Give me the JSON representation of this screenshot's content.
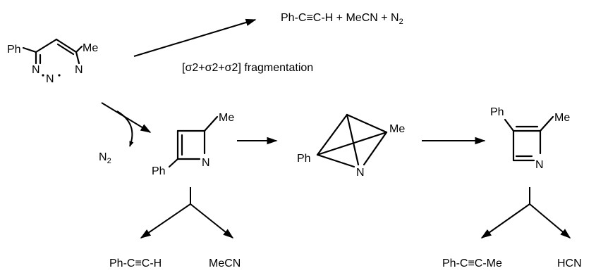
{
  "scheme": {
    "triazine": {
      "substituent_left": "Ph",
      "substituent_right": "Me",
      "ring_atoms": [
        "N",
        "N",
        "N"
      ]
    },
    "fragmentation_products": "Ph-C≡C-H + MeCN + N",
    "fragmentation_products_subscript": "2",
    "fragmentation_label": "[σ2+σ2+σ2] fragmentation",
    "nitrogen_loss": "N",
    "nitrogen_loss_subscript": "2",
    "azete_1": {
      "me": "Me",
      "ph": "Ph",
      "n": "N"
    },
    "bicycle": {
      "ph": "Ph",
      "me": "Me",
      "n": "N"
    },
    "azete_2": {
      "ph": "Ph",
      "me": "Me",
      "n": "N"
    },
    "products_1": {
      "left": "Ph-C≡C-H",
      "right": "MeCN"
    },
    "products_2": {
      "left": "Ph-C≡C-Me",
      "right": "HCN"
    }
  }
}
